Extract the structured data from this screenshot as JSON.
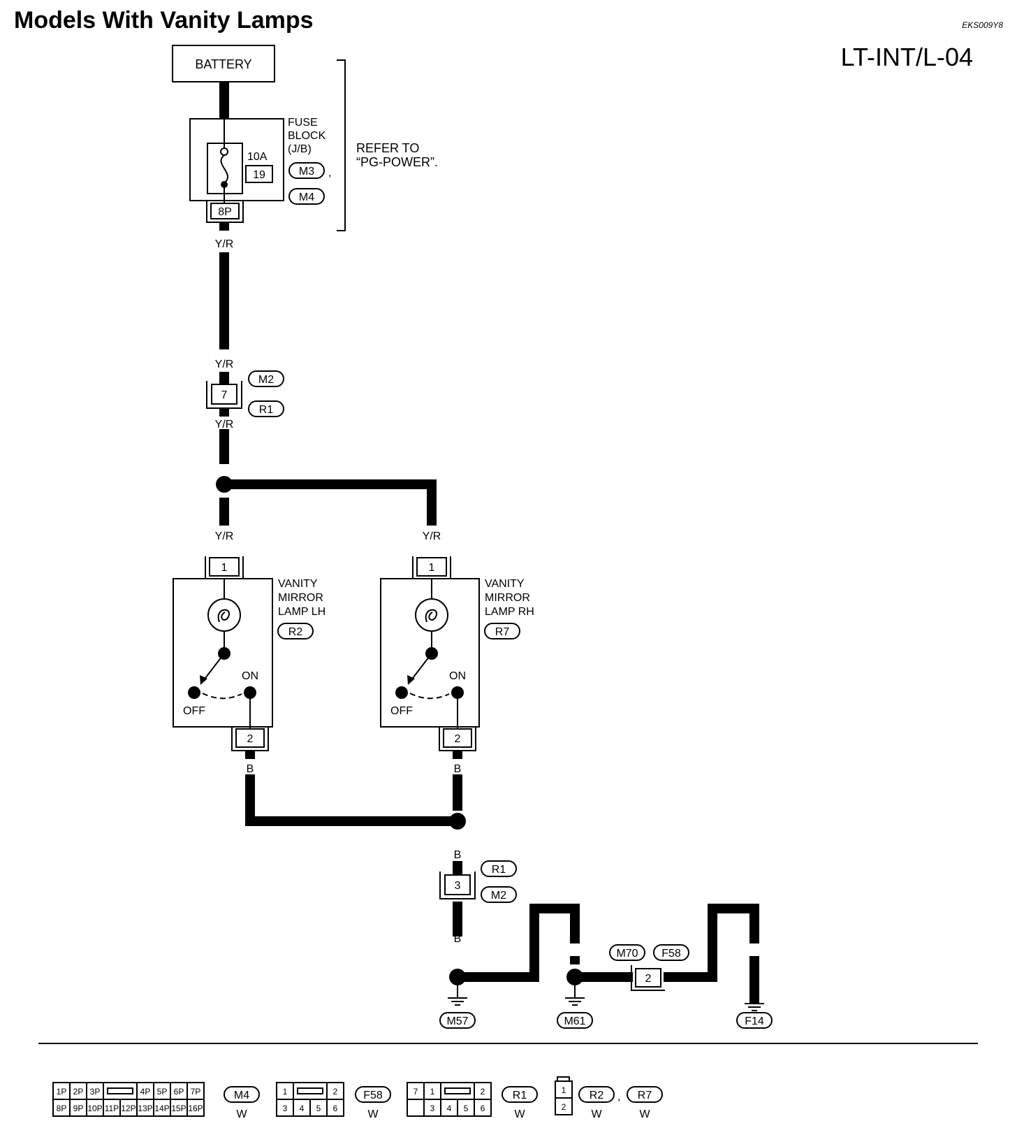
{
  "header": {
    "title": "Models With Vanity Lamps",
    "diagram_code": "LT-INT/L-04",
    "doc_id": "EKS009Y8"
  },
  "power": {
    "battery": "BATTERY",
    "fuse_block_lines": [
      "FUSE",
      "BLOCK",
      "(J/B)"
    ],
    "fuse_rating": "10A",
    "fuse_number": "19",
    "jb_connectors": [
      "M3",
      "M4"
    ],
    "jb_terminal": "8P",
    "refer_lines": [
      "REFER TO",
      "“PG-POWER”."
    ]
  },
  "wires": {
    "yr": "Y/R",
    "b": "B"
  },
  "junctions": {
    "upper_pin": "7",
    "upper_connectors": [
      "M2",
      "R1"
    ],
    "lower_pin": "3",
    "lower_connectors": [
      "R1",
      "M2"
    ]
  },
  "lamps": [
    {
      "name_lines": [
        "VANITY",
        "MIRROR",
        "LAMP LH"
      ],
      "connector": "R2",
      "pin_top": "1",
      "pin_bottom": "2",
      "on": "ON",
      "off": "OFF"
    },
    {
      "name_lines": [
        "VANITY",
        "MIRROR",
        "LAMP RH"
      ],
      "connector": "R7",
      "pin_top": "1",
      "pin_bottom": "2",
      "on": "ON",
      "off": "OFF"
    }
  ],
  "grounds": {
    "m57": "M57",
    "m61": "M61",
    "f14": "F14",
    "inline_connectors": [
      "M70",
      "F58"
    ],
    "inline_pin": "2"
  },
  "legend": {
    "m4": {
      "top": [
        "1P",
        "2P",
        "3P",
        "",
        "4P",
        "5P",
        "6P",
        "7P"
      ],
      "bottom": [
        "8P",
        "9P",
        "10P",
        "11P",
        "12P",
        "13P",
        "14P",
        "15P",
        "16P"
      ],
      "id": "M4",
      "color": "W"
    },
    "f58": {
      "top": [
        "1",
        "",
        "2"
      ],
      "bottom": [
        "3",
        "4",
        "5",
        "6"
      ],
      "id": "F58",
      "color": "W"
    },
    "r1": {
      "top": [
        "7",
        "1",
        "",
        "2"
      ],
      "bottom": [
        "",
        "3",
        "4",
        "5",
        "6"
      ],
      "id": "R1",
      "color": "W"
    },
    "r2r7": {
      "pins": [
        "1",
        "2"
      ],
      "ids": [
        "R2",
        "R7"
      ],
      "color": "W",
      "sep": ","
    }
  }
}
